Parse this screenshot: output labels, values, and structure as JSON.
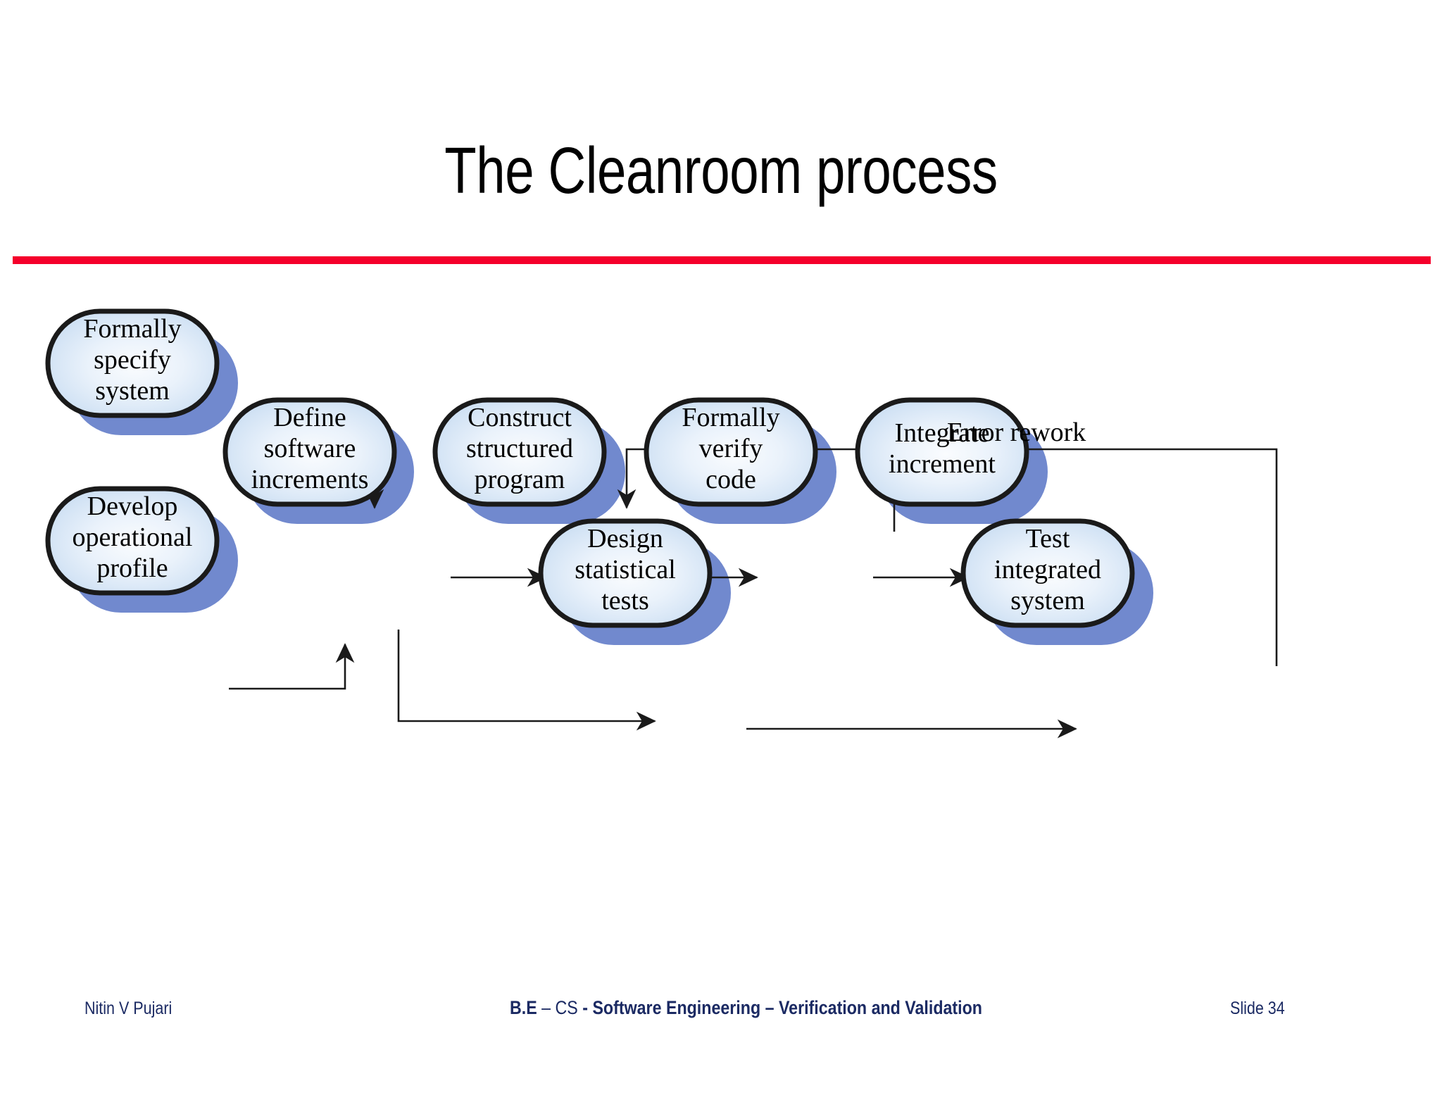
{
  "slide": {
    "title": "The Cleanroom process",
    "accent_rule_color": "#F5002B",
    "background_color": "#FFFFFF"
  },
  "diagram": {
    "type": "process-flow",
    "node_fill_light": "#EDF3FB",
    "node_fill_mid": "#C9DDF2",
    "node_outline": "#1A1A1A",
    "node_shadow": "#7189CE",
    "connector_color": "#1A1A1A",
    "nodes": [
      {
        "id": "formally-specify-system",
        "lines": [
          "Formally",
          "specify",
          "system"
        ]
      },
      {
        "id": "develop-operational-profile",
        "lines": [
          "Develop",
          "operational",
          "profile"
        ]
      },
      {
        "id": "define-software-increments",
        "lines": [
          "Define",
          "software",
          "increments"
        ]
      },
      {
        "id": "construct-structured-program",
        "lines": [
          "Construct",
          "structured",
          "program"
        ]
      },
      {
        "id": "formally-verify-code",
        "lines": [
          "Formally",
          "verify",
          "code"
        ]
      },
      {
        "id": "integrate-increment",
        "lines": [
          "Integrate",
          "increment"
        ]
      },
      {
        "id": "design-statistical-tests",
        "lines": [
          "Design",
          "statistical",
          "tests"
        ]
      },
      {
        "id": "test-integrated-system",
        "lines": [
          "Test",
          "integrated",
          "system"
        ]
      }
    ],
    "annotations": [
      {
        "id": "error-rework",
        "text": "Error rework"
      }
    ],
    "edges": [
      {
        "from": "formally-specify-system",
        "to": "define-software-increments"
      },
      {
        "from": "develop-operational-profile",
        "to": "define-software-increments"
      },
      {
        "from": "define-software-increments",
        "to": "construct-structured-program"
      },
      {
        "from": "define-software-increments",
        "to": "design-statistical-tests"
      },
      {
        "from": "construct-structured-program",
        "to": "formally-verify-code"
      },
      {
        "from": "formally-verify-code",
        "to": "integrate-increment"
      },
      {
        "from": "design-statistical-tests",
        "to": "test-integrated-system"
      },
      {
        "from": "test-integrated-system",
        "to": "construct-structured-program",
        "label": "Error rework"
      },
      {
        "from": "formally-verify-code",
        "to": "error-rework-line",
        "label": "Error rework"
      }
    ]
  },
  "footer": {
    "author": "Nitin V Pujari",
    "course_bold_1": "B.E",
    "course_dash_1": " – ",
    "course_regular": "CS",
    "course_dash_2": " - ",
    "course_bold_2": "Software Engineering – Verification and Validation",
    "slide_number": "Slide  34",
    "color": "#1B2A63"
  }
}
